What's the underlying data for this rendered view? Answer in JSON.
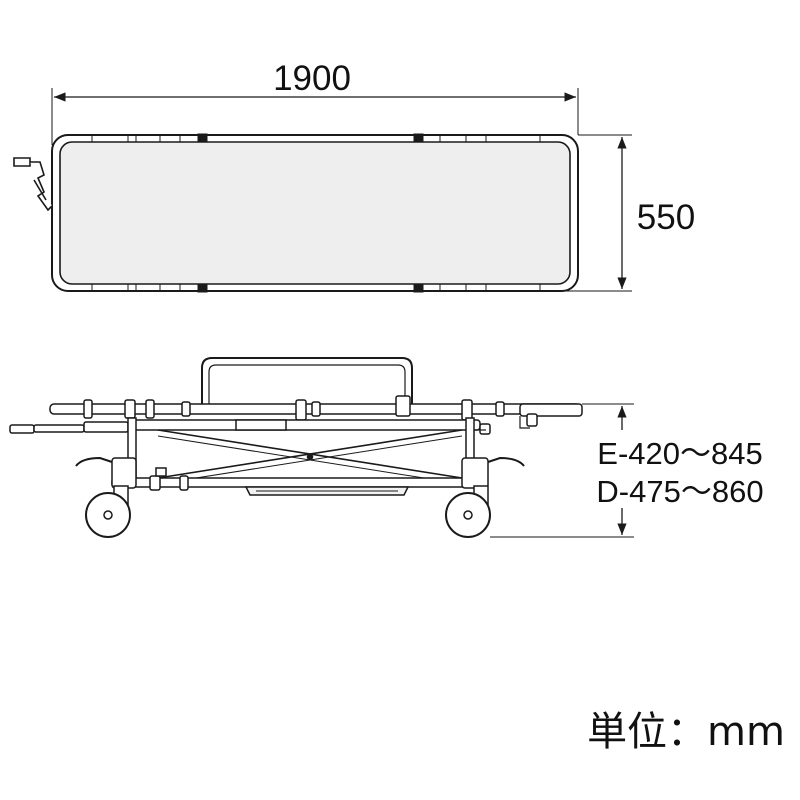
{
  "top_view": {
    "length_label": "1900",
    "width_label": "550"
  },
  "side_view": {
    "height_e_label": "E-420～845",
    "height_d_label": "D-475～860"
  },
  "unit_label": "単位：mm",
  "colors": {
    "line": "#1a1a1a",
    "mattress": "#eeeeee",
    "frame": "#ffffff"
  }
}
